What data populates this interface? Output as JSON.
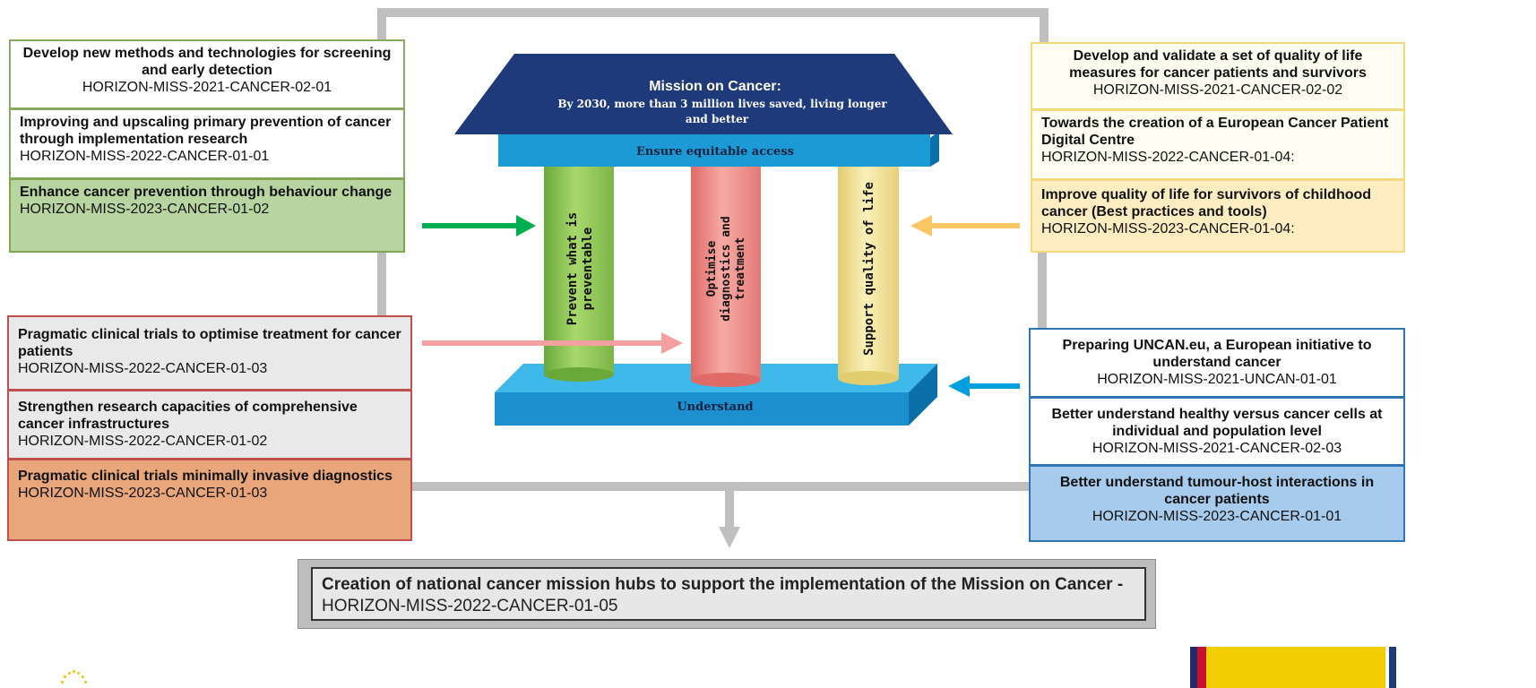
{
  "mission": {
    "title": "Mission on Cancer:",
    "subtitle": "By 2030, more than 3 million lives saved, living longer and better",
    "access_label": "Ensure equitable access",
    "base_label": "Understand"
  },
  "pillars": [
    {
      "label_line1": "Prevent what is",
      "label_line2": "preventable",
      "color": "#8dc456"
    },
    {
      "label_line1": "Optimise",
      "label_line2": "diagnostics and",
      "label_line3": "treatment",
      "color": "#ef8f8a"
    },
    {
      "label_line1": "Support quality of life",
      "color": "#f1df8f"
    }
  ],
  "green_boxes": [
    {
      "title": "Develop new methods and technologies for screening and early detection",
      "code": "HORIZON-MISS-2021-CANCER-02-01"
    },
    {
      "title": "Improving and upscaling primary prevention of cancer through implementation research",
      "code": "HORIZON-MISS-2022-CANCER-01-01"
    },
    {
      "title": "Enhance cancer prevention through behaviour change",
      "code": "HORIZON-MISS-2023-CANCER-01-02"
    }
  ],
  "red_boxes": [
    {
      "title": "Pragmatic clinical trials to optimise treatment for cancer patients",
      "code": "HORIZON-MISS-2022-CANCER-01-03"
    },
    {
      "title": "Strengthen research capacities of comprehensive cancer infrastructures",
      "code": "HORIZON-MISS-2022-CANCER-01-02"
    },
    {
      "title": "Pragmatic clinical trials minimally invasive diagnostics",
      "code": "HORIZON-MISS-2023-CANCER-01-03"
    }
  ],
  "yellow_boxes": [
    {
      "title": "Develop and validate a set of quality of life measures for cancer patients and survivors",
      "code": "HORIZON-MISS-2021-CANCER-02-02"
    },
    {
      "title": "Towards the creation of a European Cancer Patient Digital Centre",
      "code": "HORIZON-MISS-2022-CANCER-01-04:"
    },
    {
      "title": "Improve quality of life for survivors of childhood cancer (Best practices and tools)",
      "code": "HORIZON-MISS-2023-CANCER-01-04:"
    }
  ],
  "blue_boxes": [
    {
      "title": "Preparing UNCAN.eu, a European initiative to understand cancer",
      "code": "HORIZON-MISS-2021-UNCAN-01-01"
    },
    {
      "title": "Better understand healthy versus cancer cells at individual and population level",
      "code": "HORIZON-MISS-2021-CANCER-02-03"
    },
    {
      "title": "Better understand tumour-host interactions in cancer patients",
      "code": "HORIZON-MISS-2023-CANCER-01-01"
    }
  ],
  "bottom_box": {
    "title": "Creation of national cancer mission hubs to support the implementation of the Mission on Cancer",
    "separator": " - ",
    "code": "HORIZON-MISS-2022-CANCER-01-05"
  },
  "colors": {
    "green_arrow": "#00b050",
    "red_arrow": "#f4a0a0",
    "yellow_arrow": "#fac663",
    "blue_arrow": "#00a0e0",
    "roof": "#1f3a7a",
    "beam": "#1b9ad6",
    "frame": "#bfbfbf"
  },
  "icons": [
    "right-arrow-icon",
    "left-arrow-icon",
    "down-arrow-icon",
    "eu-stars-logo-icon",
    "flag-icon"
  ]
}
